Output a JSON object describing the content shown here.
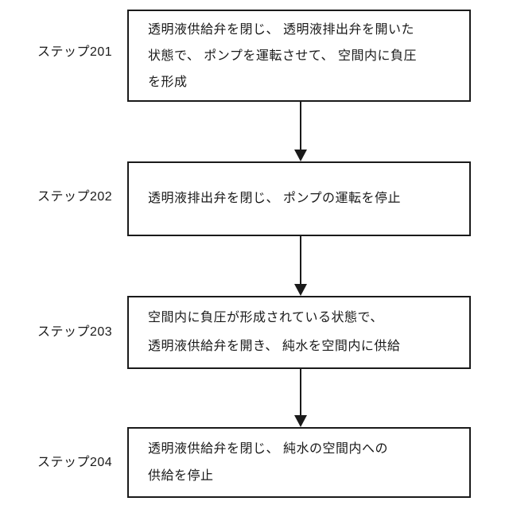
{
  "figure": {
    "type": "flowchart",
    "direction": "top-down",
    "colors": {
      "background": "#ffffff",
      "border": "#1a1a1a",
      "text": "#1a1a1a",
      "arrow": "#1a1a1a"
    },
    "steps": [
      {
        "label": "ステップ201",
        "lines": [
          "透明液供給弁を閉じ、 透明液排出弁を開いた",
          "状態で、 ポンプを運転させて、 空間内に負圧",
          "を形成"
        ]
      },
      {
        "label": "ステップ202",
        "lines": [
          "透明液排出弁を閉じ、 ポンプの運転を停止"
        ]
      },
      {
        "label": "ステップ203",
        "lines": [
          "空間内に負圧が形成されている状態で、",
          "透明液供給弁を開き、 純水を空間内に供給"
        ]
      },
      {
        "label": "ステップ204",
        "lines": [
          "透明液供給弁を閉じ、 純水の空間内への",
          "供給を停止"
        ]
      }
    ],
    "connectors": [
      {
        "from": "ステップ201",
        "to": "ステップ202",
        "style": "solid-arrow-down"
      },
      {
        "from": "ステップ202",
        "to": "ステップ203",
        "style": "solid-arrow-down"
      },
      {
        "from": "ステップ203",
        "to": "ステップ204",
        "style": "solid-arrow-down"
      }
    ]
  }
}
